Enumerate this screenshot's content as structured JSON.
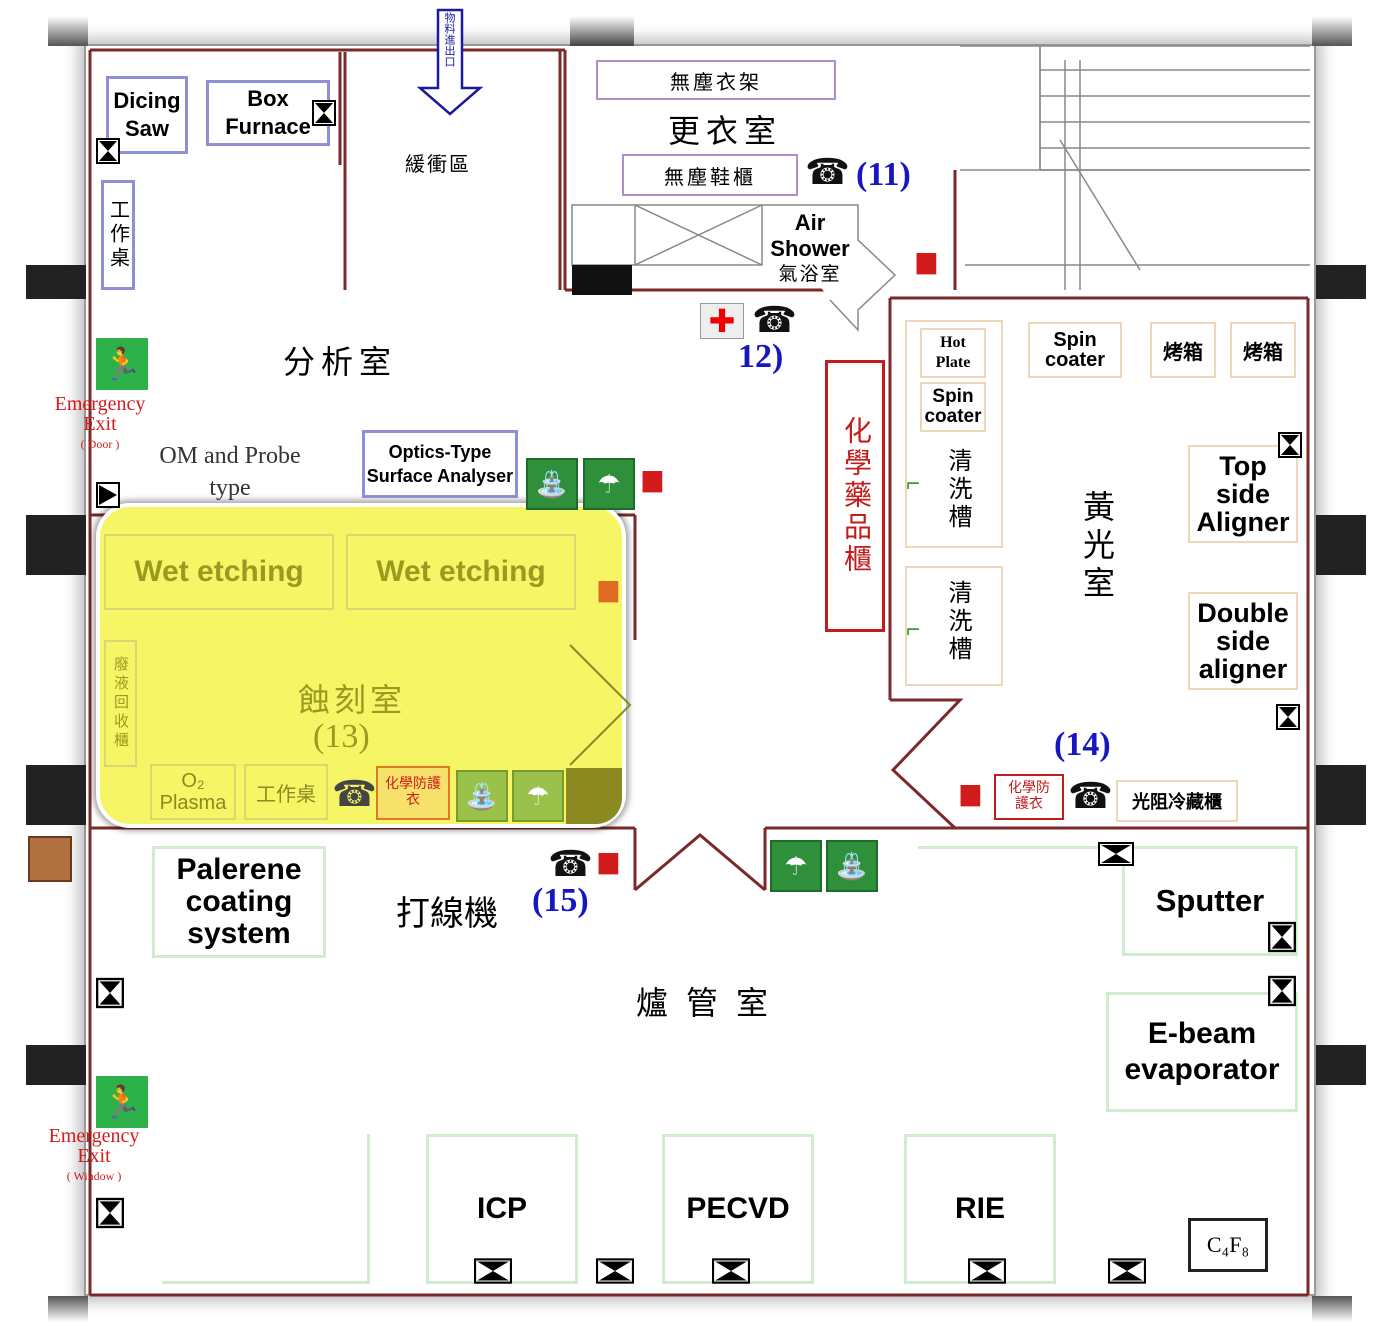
{
  "rooms": {
    "dicing_saw": "Dicing Saw",
    "box_furnace": "Box Furnace",
    "workbench": "工作桌",
    "buffer_zone": "緩衝區",
    "arrow_label": "物料進出口",
    "cleanroom_rack": "無塵衣架",
    "changing_room": "更衣室",
    "shoe_cabinet": "無塵鞋櫃",
    "air_shower": "Air Shower",
    "air_shower_cn": "氣浴室",
    "analysis_room": "分析室",
    "om_probe": "OM and Probe type",
    "optics_analyser": "Optics-Type Surface Analyser",
    "chemical_cabinet": "化學藥品櫃",
    "hot_plate": "Hot Plate",
    "spin_coater": "Spin coater",
    "oven": "烤箱",
    "rinse_tank": "清洗槽",
    "yellow_room": "黃光室",
    "top_side_aligner": "Top side Aligner",
    "double_side_aligner": "Double side aligner",
    "chem_suit": "化學防護衣",
    "photoresist_fridge": "光阻冷藏櫃",
    "wet_etching": "Wet etching",
    "etch_room": "蝕刻室",
    "waste_recycle": "廢液回收櫃",
    "o2_plasma": "O₂ Plasma",
    "parylene": "Palerene coating system",
    "wire_bonder": "打線機",
    "furnace_room": "爐管室",
    "sputter": "Sputter",
    "ebeam": "E-beam evaporator",
    "icp": "ICP",
    "pecvd": "PECVD",
    "rie": "RIE",
    "c4f8": "C₄F₈"
  },
  "markers": {
    "m11": "(11)",
    "m12": "12)",
    "m13": "(13)",
    "m14": "(14)",
    "m15": "(15)"
  },
  "emergency": {
    "label_line1": "Emergency",
    "label_line2": "Exit",
    "door": "( Door )",
    "window": "( Window )"
  },
  "colors": {
    "wall": "#7a2a2a",
    "highlight": "#f5f566",
    "marker_blue": "#1717c0",
    "exit_red": "#d21c1c",
    "safety_green": "#2f8f3a"
  }
}
